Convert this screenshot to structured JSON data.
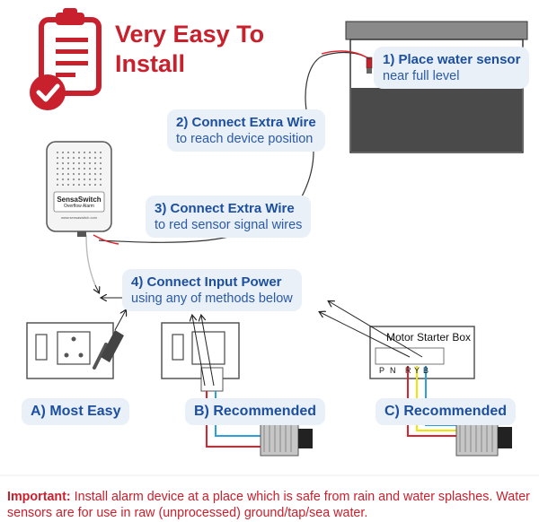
{
  "header": {
    "title_line1": "Very Easy To",
    "title_line2": "Install"
  },
  "steps": [
    {
      "heading": "1) Place water sensor",
      "detail": "near full level"
    },
    {
      "heading": "2) Connect Extra Wire",
      "detail": "to reach device position"
    },
    {
      "heading": "3) Connect Extra Wire",
      "detail": "to red sensor signal wires"
    },
    {
      "heading": "4) Connect Input Power",
      "detail": "using any of methods below"
    }
  ],
  "device": {
    "brand": "SensaSwitch",
    "subtitle": "Overflow Alarm",
    "url": "www.sensaswitch.com"
  },
  "options": [
    {
      "label": "A) Most Easy"
    },
    {
      "label": "B) Recommended"
    },
    {
      "label": "C) Recommended"
    }
  ],
  "motor_starter": {
    "label": "Motor Starter Box",
    "terminals": [
      "P",
      "N",
      "R",
      "Y",
      "B"
    ]
  },
  "footer": {
    "important_label": "Important:",
    "text": "Install alarm device at a place which is safe from rain and water splashes. Water sensors are for use in raw (unprocessed) ground/tap/sea water."
  },
  "colors": {
    "accent_red": "#c8202c",
    "heading_blue": "#1c4fa0",
    "callout_bg": "#e9f0f8",
    "wire_red": "#e0202a",
    "wire_blue": "#2aa0e0",
    "wire_yellow": "#f2e600"
  },
  "icons": [
    "clipboard-check-icon",
    "water-tank",
    "alarm-device",
    "socket-with-plug",
    "switch-board",
    "motor-starter-box",
    "water-pump"
  ]
}
